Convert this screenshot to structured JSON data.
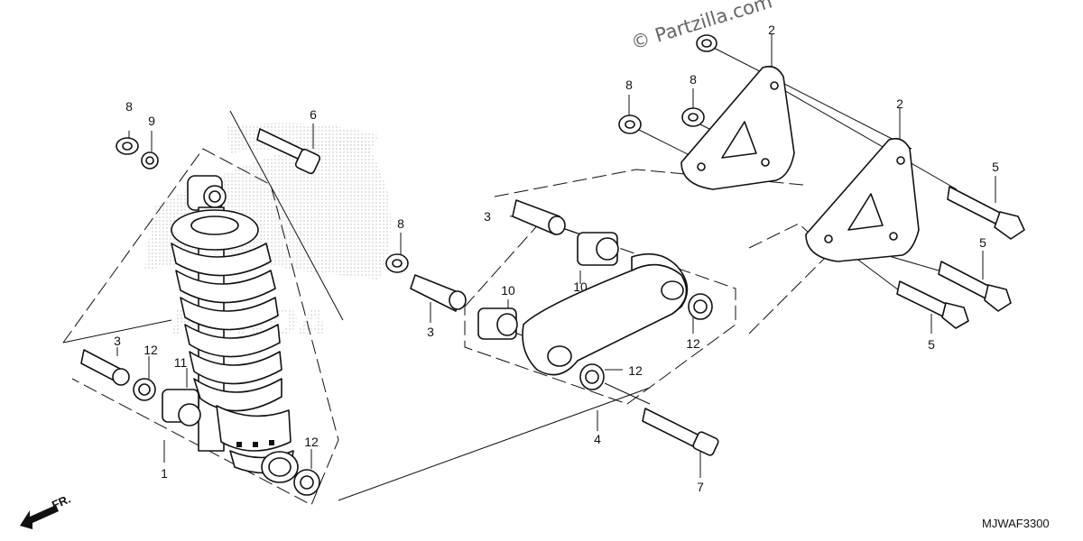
{
  "watermark": "© Partzilla.com",
  "diagram_code": "MJWAF3300",
  "direction_label": "FR.",
  "brand_watermark": "HONDA",
  "callouts": {
    "c1": "1",
    "c2a": "2",
    "c2b": "2",
    "c3a": "3",
    "c3b": "3",
    "c3c": "3",
    "c4": "4",
    "c5a": "5",
    "c5b": "5",
    "c5c": "5",
    "c6": "6",
    "c7": "7",
    "c8a": "8",
    "c8b": "8",
    "c8c": "8",
    "c8d": "8",
    "c9": "9",
    "c10a": "10",
    "c10b": "10",
    "c11": "11",
    "c12a": "12",
    "c12b": "12",
    "c12c": "12",
    "c12d": "12"
  }
}
